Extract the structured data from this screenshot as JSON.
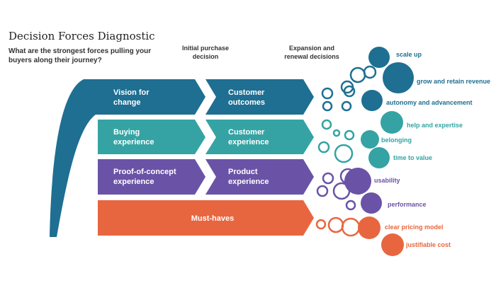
{
  "title": "Decision Forces Diagnostic",
  "subtitle": "What are the strongest forces pulling your buyers along their journey?",
  "columns": {
    "initial": "Initial purchase decision",
    "expansion": "Expansion and renewal decisions"
  },
  "colors": {
    "vision": "#1e6f92",
    "buying": "#35a3a3",
    "proof": "#6a53a6",
    "must": "#e8663f"
  },
  "rows": {
    "vision_left": "Vision for change",
    "vision_right": "Customer outcomes",
    "buying_left": "Buying experience",
    "buying_right": "Customer experience",
    "proof_left": "Proof-of-concept experience",
    "proof_right": "Product experience",
    "must": "Must-haves"
  },
  "forces": {
    "scale_up": "scale up",
    "grow": "grow and retain revenue",
    "autonomy": "autonomy and advancement",
    "help": "help and expertise",
    "belonging": "belonging",
    "time": "time to value",
    "usability": "usability",
    "performance": "performance",
    "pricing": "clear pricing model",
    "cost": "justifiable cost"
  }
}
